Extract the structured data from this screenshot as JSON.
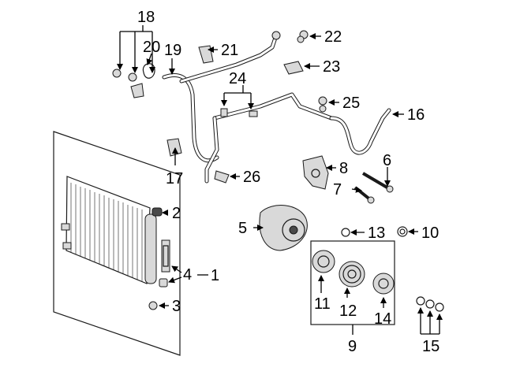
{
  "callouts": {
    "c1": "1",
    "c2": "2",
    "c3": "3",
    "c4": "4",
    "c5": "5",
    "c6": "6",
    "c7": "7",
    "c8": "8",
    "c9": "9",
    "c10": "10",
    "c11": "11",
    "c12": "12",
    "c13": "13",
    "c14": "14",
    "c15": "15",
    "c16": "16",
    "c17": "17",
    "c18": "18",
    "c19": "19",
    "c20": "20",
    "c21": "21",
    "c22": "22",
    "c23": "23",
    "c24": "24",
    "c25": "25",
    "c26": "26"
  },
  "colors": {
    "line": "#1a1a1a",
    "background": "#ffffff"
  }
}
